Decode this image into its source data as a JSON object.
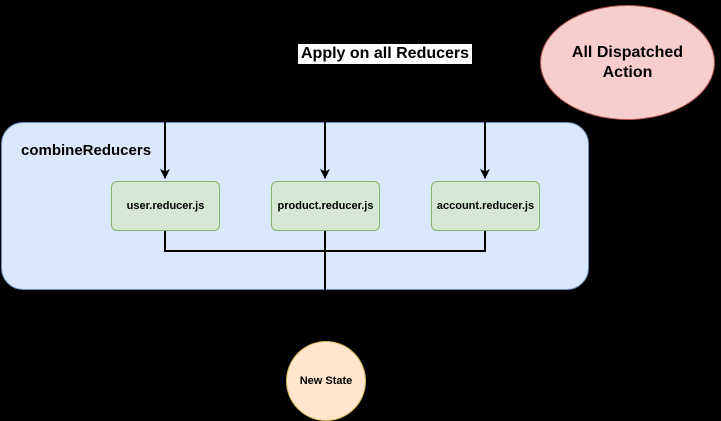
{
  "diagram": {
    "container": {
      "label": "combineReducers"
    },
    "apply_label": "Apply on all Reducers",
    "reducers": [
      {
        "label": "user.reducer.js"
      },
      {
        "label": "product.reducer.js"
      },
      {
        "label": "account.reducer.js"
      }
    ],
    "action_node": {
      "label": "All Dispatched Action"
    },
    "state_node": {
      "label": "New State"
    }
  },
  "colors": {
    "background": "#000000",
    "container_fill": "#dae8fc",
    "container_stroke": "#6c8ebf",
    "reducer_fill": "#d5e8d4",
    "reducer_stroke": "#82b366",
    "action_fill": "#f8cecc",
    "action_stroke": "#b85450",
    "state_fill": "#ffe6cc",
    "state_stroke": "#d6b656",
    "wire": "#000000"
  }
}
